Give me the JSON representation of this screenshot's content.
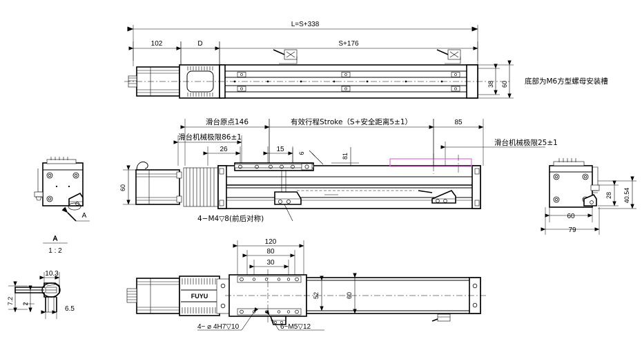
{
  "drawing": {
    "title": "Linear actuator module assembly drawing",
    "brand": "FUYU",
    "views": [
      "top-view",
      "front-view",
      "bottom-view",
      "left-side-view",
      "right-side-view",
      "detail-a"
    ]
  },
  "top_view": {
    "dim_total": "L=S+338",
    "dim_102": "102",
    "dim_d": "D",
    "dim_s176": "S+176",
    "dim_38": "38",
    "dim_60": "60",
    "note_bottom_slot": "底部为M6方型螺母安装槽"
  },
  "front_view": {
    "dim_origin": "滑台原点146",
    "dim_mech_limit_left": "滑台机械极限86±1",
    "dim_mech_limit_right": "滑台机械极限25±1",
    "dim_stroke": "有效行程Stroke（S+安全距离5±1）",
    "dim_85": "85",
    "dim_26": "26",
    "dim_15": "15",
    "dim_6": "6",
    "dim_81": "81",
    "dim_60": "60",
    "note_m4": "4−M4▽8(前后对称)"
  },
  "bottom_view": {
    "dim_120": "120",
    "dim_80": "80",
    "dim_30": "30",
    "dim_52": "52",
    "dim_60": "60",
    "note_dowel": "4− ⌀ 4H7▽10",
    "note_m5": "6−M5▽12",
    "brand_label": "FUYU"
  },
  "left_view": {
    "section_arrow_label": "A",
    "section_letter": "A"
  },
  "right_view": {
    "dim_60": "60",
    "dim_79": "79",
    "dim_28": "28",
    "dim_40_54": "40.54"
  },
  "detail_a": {
    "label": "A",
    "scale": "1 : 2",
    "dim_10_3": "10.3",
    "dim_7_2": "7.2",
    "dim_2": "2",
    "dim_6_5": "6.5"
  },
  "colors": {
    "line": "#000000",
    "highlight": "#e06ee0",
    "background": "#ffffff"
  }
}
